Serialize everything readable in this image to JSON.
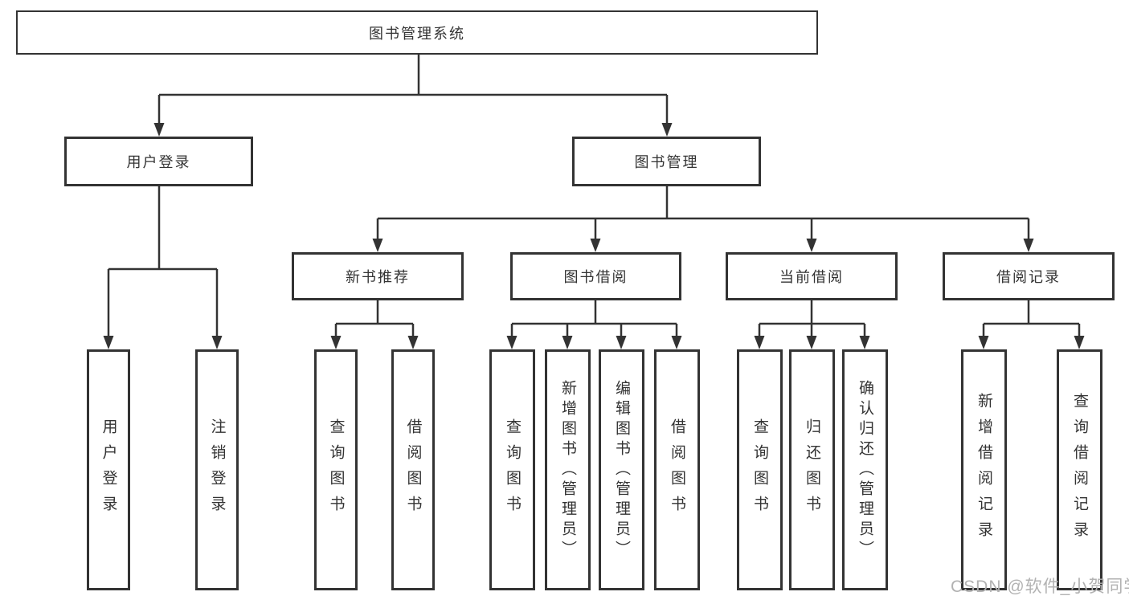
{
  "colors": {
    "line": "#333333",
    "text": "#333333",
    "box_background": "#ffffff",
    "watermark": "#b2b2b2"
  },
  "tree": {
    "root": {
      "label": "图书管理系统"
    },
    "branches": [
      {
        "label": "用户登录",
        "leaves": [
          {
            "label": "用户登录"
          },
          {
            "label": "注销登录"
          }
        ]
      },
      {
        "label": "图书管理",
        "groups": [
          {
            "label": "新书推荐",
            "leaves": [
              {
                "label": "查询图书"
              },
              {
                "label": "借阅图书"
              }
            ]
          },
          {
            "label": "图书借阅",
            "leaves": [
              {
                "label": "查询图书"
              },
              {
                "label": "新增图书（管理员）"
              },
              {
                "label": "编辑图书（管理员）"
              },
              {
                "label": "借阅图书"
              }
            ]
          },
          {
            "label": "当前借阅",
            "leaves": [
              {
                "label": "查询图书"
              },
              {
                "label": "归还图书"
              },
              {
                "label": "确认归还（管理员）"
              }
            ]
          },
          {
            "label": "借阅记录",
            "leaves": [
              {
                "label": "新增借阅记录"
              },
              {
                "label": "查询借阅记录"
              }
            ]
          }
        ]
      }
    ]
  },
  "watermark": {
    "text": "CSDN @软件_小贺同学"
  }
}
